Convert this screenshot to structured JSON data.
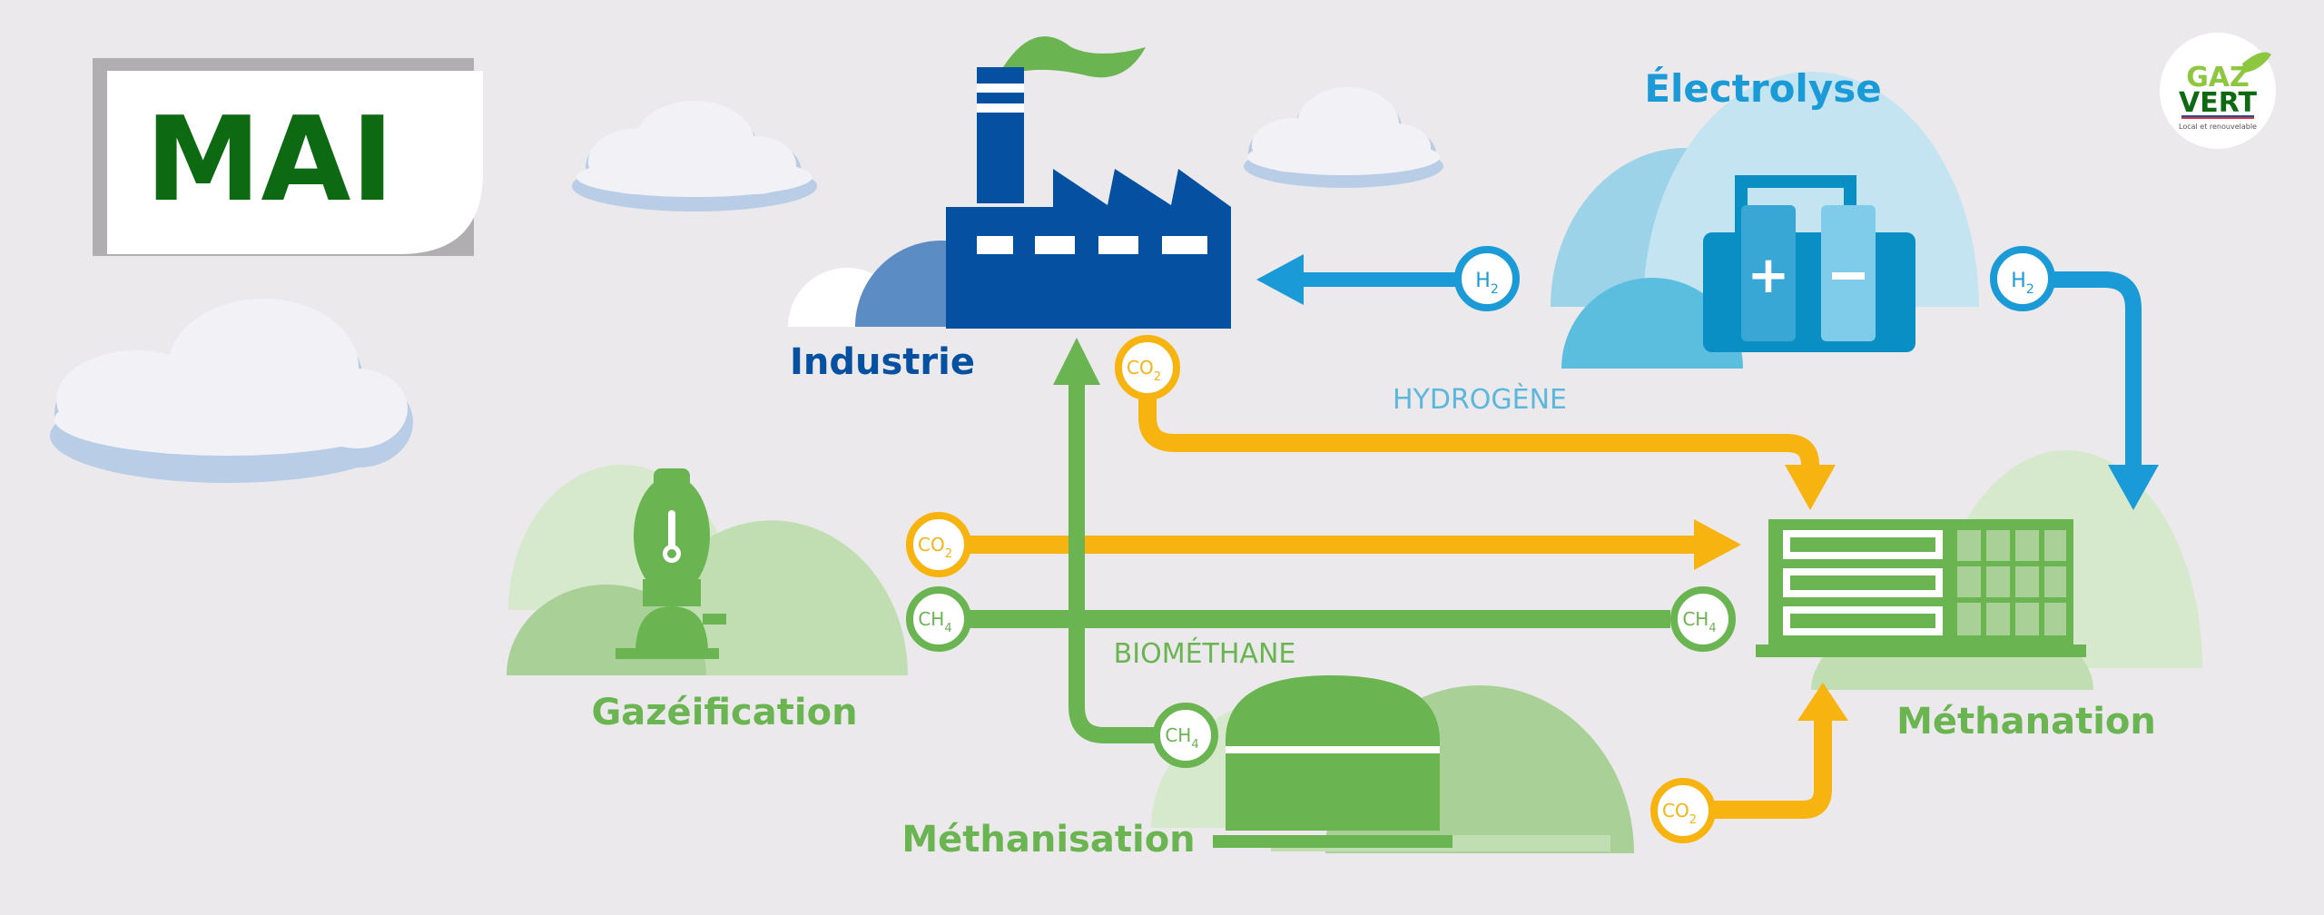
{
  "month": "MAI",
  "logo": {
    "line1": "GAZ",
    "line2": "VERT",
    "tagline": "Local et renouvelable",
    "icon": "leaf-icon"
  },
  "nodes": {
    "industrie": "Industrie",
    "electrolyse": "Électrolyse",
    "gazeification": "Gazéification",
    "methanisation": "Méthanisation",
    "methanation": "Méthanation"
  },
  "flows": {
    "hydrogene": "HYDROGÈNE",
    "biomethane": "BIOMÉTHANE"
  },
  "badges": {
    "h2": {
      "main": "H",
      "sub": "2"
    },
    "co2": {
      "main": "CO",
      "sub": "2"
    },
    "ch4": {
      "main": "CH",
      "sub": "4"
    }
  },
  "colors": {
    "background": "#ebe9ec",
    "blue_dark": "#0550a0",
    "blue_light": "#1a9ad6",
    "green": "#6ab451",
    "green_dark": "#0e6a12",
    "yellow": "#f7b410",
    "hydrogene_label": "#5bb8dc"
  }
}
